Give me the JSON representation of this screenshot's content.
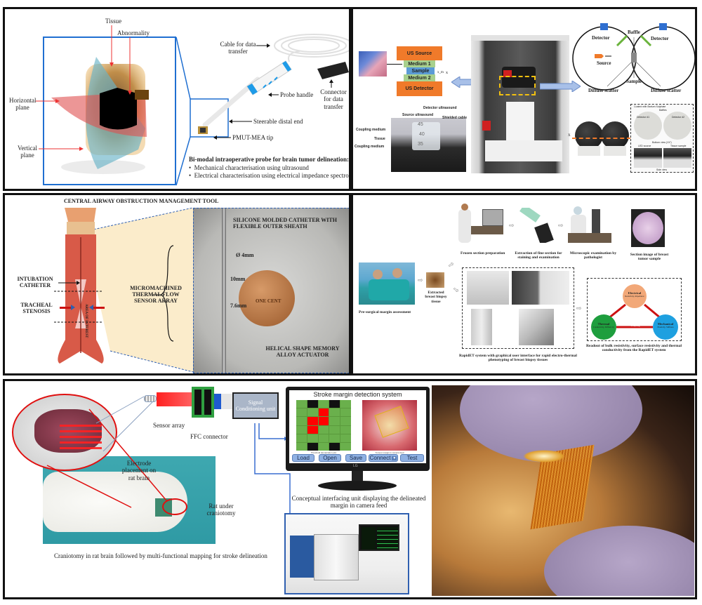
{
  "panel_a": {
    "labels": {
      "tissue": "Tissue",
      "abnormality": "Abnormality",
      "horizontal_plane": "Horizontal plane",
      "vertical_plane": "Vertical plane",
      "cable": "Cable for data transfer",
      "connector": "Connector for data transfer",
      "probe_handle": "Probe handle",
      "steerable_end": "Steerable distal end",
      "tip": "PMUT-MEA tip"
    },
    "caption_title": "Bi-modal intraoperative probe for brain tumor delineation:",
    "bullets": [
      "Mechanical characterisation using ultrasound",
      "Electrical characterisation using electrical impedance spectroscopy"
    ]
  },
  "panel_b": {
    "stack": {
      "us_source": "US Source",
      "medium1": "Medium 1",
      "sample": "Sample",
      "medium2": "Medium 2",
      "us_detector": "US Detector",
      "x_label": "x",
      "xm_label": "x_m"
    },
    "photo_labels": {
      "detector_us": "Detector ultrasound",
      "source_us": "Source ultrasound",
      "shielded_cable": "Shielded cable",
      "coupling1": "Coupling medium",
      "tissue": "Tissue",
      "coupling2": "Coupling medium",
      "scale_45": "45",
      "scale_40": "40",
      "scale_35": "35"
    },
    "sphere_labels": {
      "detector_left": "Detector",
      "detector_right": "Detector",
      "baffle": "Baffle",
      "source": "Source",
      "sample": "Sample",
      "diffuse_left": "Diffuse scatter",
      "diffuse_right": "Diffuse scatter"
    },
    "sphere_photo_labels": {
      "coated": "Coated with Barium Sulphate",
      "baffles": "Baffles",
      "det1": "Detector #1",
      "det2": "Detector #2",
      "bottom_view": "Bottom view (XX')",
      "led": "LED source",
      "tissue_sample": "Tissue sample",
      "side_view": "Side view",
      "x": "X",
      "x_prime": "X'"
    },
    "colors": {
      "orange": "#f07a2a",
      "green": "#a8d08d",
      "blue": "#5b9bd5",
      "detector_blue": "#2f6fd0",
      "baffle_green": "#6ab33c"
    }
  },
  "panel_c": {
    "title": "CENTRAL AIRWAY OBSTRUCTION MANAGEMENT TOOL",
    "labels": {
      "intubation": "INTUBATION CATHETER",
      "stenosis": "TRACHEAL STENOSIS",
      "area": "AREA OF INTEREST",
      "sensor_array": "MICROMACHINED THERMAL FLOW SENSOR ARRAY",
      "silicone": "SILICONE MOLDED CATHETER WITH FLEXIBLE OUTER SHEATH",
      "diameter": "Ø 4mm",
      "d10": "10mm",
      "d76": "7.6mm",
      "helical": "HELICAL SHAPE MEMORY ALLOY ACTUATOR",
      "coin": "ONE CENT"
    }
  },
  "panel_d": {
    "labels": {
      "presurgical": "Pre-surgical margin assessment",
      "extracted": "Extracted breast biopsy tissue",
      "frozen": "Frozen section preparation",
      "extraction": "Extraction of fine section for staining and examination",
      "microscopic": "Microscopic examination by pathologist",
      "section_image": "Section image of breast tumor sample",
      "rapidet": "RapidET system with graphical user interface for rapid electro-thermal phenotyping of breast biopsy tissues",
      "readout": "Readout of bulk resistivity, surface resistivity and thermal conductivity from the RapidET system"
    },
    "triangle": {
      "electrical": "Electrical",
      "electrical_sub": "Resistivity, Impedance",
      "thermal": "Thermal",
      "thermal_sub": "Conductivity, Diffusivity",
      "mechanical": "Mechanical",
      "mechanical_sub": "Elasticity, Stiffness",
      "coupling": "Coupling"
    },
    "colors": {
      "electrical": "#f2a878",
      "thermal": "#1e9e3e",
      "mechanical": "#1ea0e0",
      "arrow": "#cc1111"
    }
  },
  "panel_e": {
    "labels": {
      "sensor_array": "Sensor array",
      "ffc": "FFC connector",
      "signal_unit": "Signal Conditioning unit",
      "electrode": "Electrode placement on rat brain",
      "rat": "Rat under craniotomy",
      "craniotomy_caption": "Craniotomy in rat brain followed by multi-functional mapping for stroke delineation",
      "interface_caption": "Conceptual interfacing unit displaying the delineated margin in camera feed"
    },
    "screen": {
      "title": "Stroke margin detection system",
      "plot_caption": "Threshold demarcation plot",
      "feed_caption": "Tumour margin in camera feed",
      "buttons": [
        "Load",
        "Open",
        "Save",
        "Connect",
        "Test"
      ],
      "monitor_brand": "LG"
    },
    "grid": [
      [
        "g",
        "k",
        "g",
        "k",
        "g"
      ],
      [
        "g",
        "g",
        "r",
        "g",
        "g"
      ],
      [
        "g",
        "r",
        "r",
        "g",
        "g"
      ],
      [
        "g",
        "r",
        "g",
        "g",
        "g"
      ],
      [
        "g",
        "g",
        "g",
        "g",
        "g"
      ],
      [
        "g",
        "k",
        "g",
        "k",
        "g"
      ]
    ],
    "colors": {
      "g": "#6ab04c",
      "r": "#ff0000",
      "k": "#111111"
    }
  }
}
